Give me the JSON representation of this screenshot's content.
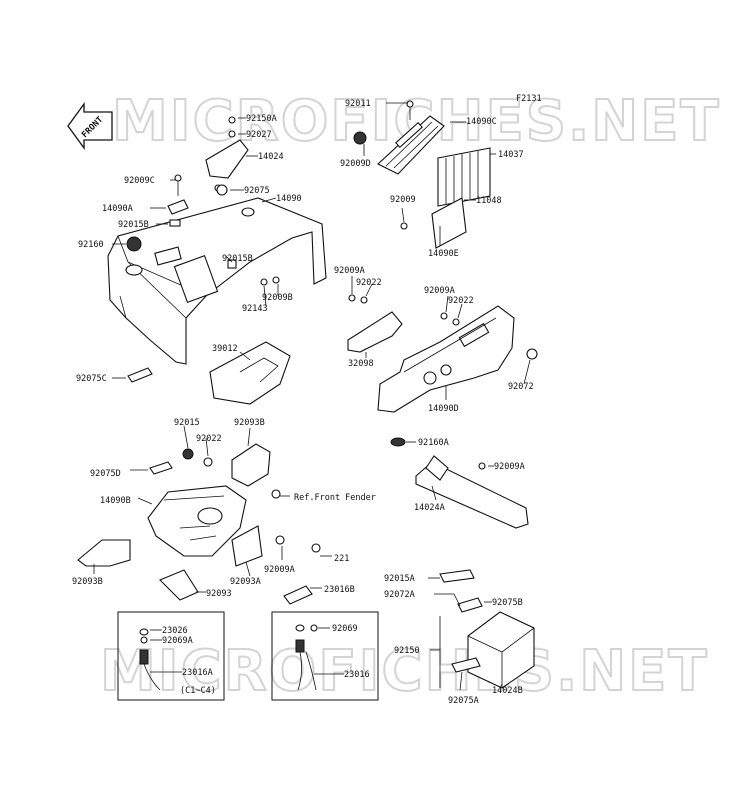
{
  "diagram": {
    "figure_code": "F2131",
    "direction_label": "FRONT",
    "watermark_text": "MICROFICHES.NET",
    "reference_label": "Ref.Front Fender",
    "variant_note": "(C1~C4)",
    "callouts": [
      {
        "id": "c1",
        "text": "92011"
      },
      {
        "id": "c2",
        "text": "14090C"
      },
      {
        "id": "c3",
        "text": "92009D"
      },
      {
        "id": "c4",
        "text": "14037"
      },
      {
        "id": "c5",
        "text": "92150A"
      },
      {
        "id": "c6",
        "text": "92027"
      },
      {
        "id": "c7",
        "text": "14024"
      },
      {
        "id": "c8",
        "text": "92009C"
      },
      {
        "id": "c9",
        "text": "92075"
      },
      {
        "id": "c10",
        "text": "14090"
      },
      {
        "id": "c11",
        "text": "92009"
      },
      {
        "id": "c12",
        "text": "11048"
      },
      {
        "id": "c13",
        "text": "14090A"
      },
      {
        "id": "c14",
        "text": "92015B"
      },
      {
        "id": "c15",
        "text": "14090E"
      },
      {
        "id": "c16",
        "text": "92160"
      },
      {
        "id": "c17",
        "text": "92015B"
      },
      {
        "id": "c18",
        "text": "92009A"
      },
      {
        "id": "c19",
        "text": "92022"
      },
      {
        "id": "c20",
        "text": "92009B"
      },
      {
        "id": "c21",
        "text": "92143"
      },
      {
        "id": "c22",
        "text": "92009A"
      },
      {
        "id": "c23",
        "text": "92022"
      },
      {
        "id": "c24",
        "text": "32098"
      },
      {
        "id": "c25",
        "text": "39012"
      },
      {
        "id": "c26",
        "text": "92072"
      },
      {
        "id": "c27",
        "text": "92075C"
      },
      {
        "id": "c28",
        "text": "14090D"
      },
      {
        "id": "c29",
        "text": "92015"
      },
      {
        "id": "c30",
        "text": "92093B"
      },
      {
        "id": "c31",
        "text": "92022"
      },
      {
        "id": "c32",
        "text": "92160A"
      },
      {
        "id": "c33",
        "text": "92009A"
      },
      {
        "id": "c34",
        "text": "92075D"
      },
      {
        "id": "c35",
        "text": "14090B"
      },
      {
        "id": "c36",
        "text": "14024A"
      },
      {
        "id": "c37",
        "text": "221"
      },
      {
        "id": "c38",
        "text": "92009A"
      },
      {
        "id": "c39",
        "text": "92093B"
      },
      {
        "id": "c40",
        "text": "92093A"
      },
      {
        "id": "c41",
        "text": "23016B"
      },
      {
        "id": "c42",
        "text": "92093"
      },
      {
        "id": "c43",
        "text": "92015A"
      },
      {
        "id": "c44",
        "text": "92072A"
      },
      {
        "id": "c45",
        "text": "92075B"
      },
      {
        "id": "c46",
        "text": "23026"
      },
      {
        "id": "c47",
        "text": "92069A"
      },
      {
        "id": "c48",
        "text": "92069"
      },
      {
        "id": "c49",
        "text": "92150"
      },
      {
        "id": "c50",
        "text": "23016A"
      },
      {
        "id": "c51",
        "text": "23016"
      },
      {
        "id": "c52",
        "text": "14024B"
      },
      {
        "id": "c53",
        "text": "92075A"
      }
    ]
  }
}
